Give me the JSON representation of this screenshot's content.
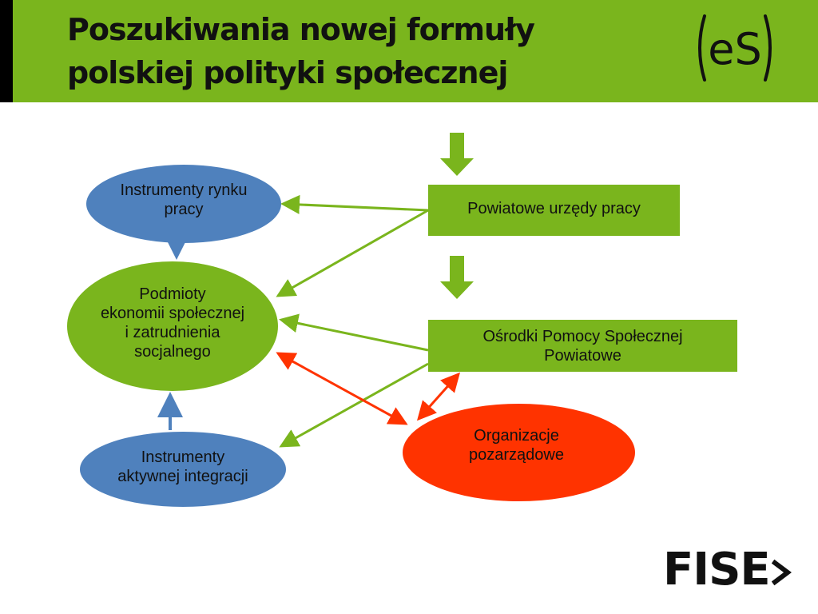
{
  "header": {
    "title_line1": "Poszukiwania nowej formuły",
    "title_line2": "polskiej polityki społecznej",
    "logo_text": "eS",
    "color": "#7ab51d"
  },
  "nodes": {
    "instrumenty_rynku": "Instrumenty rynku\npracy",
    "podmioty": "Podmioty\nekonomii społecznej\ni zatrudnienia\nsocjalnego",
    "instrumenty_integracji": "Instrumenty\naktywnej integracji",
    "powiatowe_urzedy": "Powiatowe urzędy pracy",
    "osrodki": "Ośrodki Pomocy Społecznej\nPowiatowe",
    "organizacje": "Organizacje\npozarządowe"
  },
  "footer": {
    "logo_text": "FISE"
  },
  "colors": {
    "green": "#7ab51d",
    "blue": "#4f81bd",
    "red": "#ff3300"
  }
}
